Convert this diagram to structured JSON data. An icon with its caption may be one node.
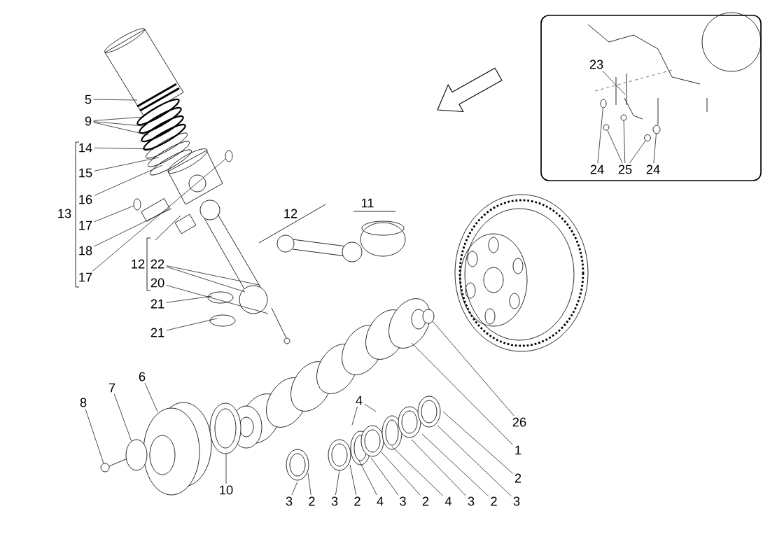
{
  "diagram": {
    "nodes": [
      {
        "text": [],
        "shape": "box"
      },
      {
        "text": [
          "23"
        ],
        "in": 0
      },
      {
        "text": [
          "24"
        ],
        "in": 0
      },
      {
        "text": [
          "25"
        ],
        "in": 0
      },
      {
        "text": [
          "24"
        ],
        "in": 0
      },
      {
        "text": [
          "5"
        ]
      },
      {
        "text": [
          "9"
        ]
      },
      {
        "text": [
          "14"
        ]
      },
      {
        "text": [
          "15"
        ]
      },
      {
        "text": [
          "16"
        ]
      },
      {
        "text": [
          "17"
        ]
      },
      {
        "text": [
          "18"
        ]
      },
      {
        "text": [
          "17"
        ]
      },
      {
        "text": [
          "22"
        ]
      },
      {
        "text": [
          "20"
        ]
      },
      {
        "text": [
          "21"
        ]
      },
      {
        "text": [
          "21"
        ]
      },
      {
        "text": [
          "4"
        ]
      },
      {
        "text": [
          "26"
        ]
      },
      {
        "text": [
          "1"
        ]
      },
      {
        "text": [
          "2"
        ]
      },
      {
        "text": [
          "8"
        ]
      },
      {
        "text": [
          "7"
        ]
      },
      {
        "text": [
          "6"
        ]
      },
      {
        "text": [
          "10"
        ]
      },
      {
        "text": [
          "3"
        ]
      },
      {
        "text": [
          "2"
        ]
      },
      {
        "text": [
          "3"
        ]
      },
      {
        "text": [
          "2"
        ]
      },
      {
        "text": [
          "4"
        ]
      },
      {
        "text": [
          "3"
        ]
      },
      {
        "text": [
          "2"
        ]
      },
      {
        "text": [
          "4"
        ]
      },
      {
        "text": [
          "3"
        ]
      },
      {
        "text": [
          "2"
        ]
      },
      {
        "text": [
          "3"
        ]
      },
      {
        "text": [],
        "shape": "circle",
        "in": 0
      },
      {
        "text": [],
        "shape": "circle",
        "in": 0
      },
      {
        "text": [],
        "shape": "circle",
        "in": 0
      },
      {
        "text": [],
        "shape": "circle",
        "in": 0
      },
      {
        "text": [],
        "shape": "circle",
        "in": 0
      },
      {
        "text": [],
        "shape": "circle"
      },
      {
        "text": [],
        "shape": "circle"
      },
      {
        "text": [],
        "shape": "circle"
      },
      {
        "text": [],
        "shape": "circle"
      },
      {
        "text": [],
        "shape": "circle"
      }
    ],
    "edges": [
      {
        "from": 1,
        "to": null,
        "arrow": "none"
      },
      {
        "from": 2,
        "to": 36,
        "arrow": "none"
      },
      {
        "from": 3,
        "to": 37,
        "arrow": "none"
      },
      {
        "from": 3,
        "to": 38,
        "arrow": "none"
      },
      {
        "from": 3,
        "to": 39,
        "arrow": "none"
      },
      {
        "from": 4,
        "to": 40,
        "arrow": "none"
      },
      {
        "from": 5,
        "to": null,
        "arrow": "none"
      },
      {
        "from": 6,
        "to": null,
        "arrow": "none"
      },
      {
        "from": 6,
        "to": null,
        "arrow": "none"
      },
      {
        "from": 6,
        "to": null,
        "arrow": "none"
      },
      {
        "from": 7,
        "to": null,
        "arrow": "none"
      },
      {
        "from": 8,
        "to": null,
        "arrow": "none"
      },
      {
        "from": 9,
        "to": null,
        "arrow": "none"
      },
      {
        "from": 10,
        "to": 41,
        "arrow": "none"
      },
      {
        "from": 11,
        "to": null,
        "arrow": "none"
      },
      {
        "from": 12,
        "to": 42,
        "arrow": "none"
      },
      {
        "from": 13,
        "to": null,
        "arrow": "none"
      },
      {
        "from": 13,
        "to": null,
        "arrow": "none"
      },
      {
        "from": 14,
        "to": null,
        "arrow": "none"
      },
      {
        "from": 15,
        "to": null,
        "arrow": "none"
      },
      {
        "from": 16,
        "to": null,
        "arrow": "none"
      },
      {
        "from": 17,
        "to": null,
        "arrow": "none"
      },
      {
        "from": 17,
        "to": null,
        "arrow": "none"
      },
      {
        "from": 18,
        "to": 43,
        "arrow": "none"
      },
      {
        "from": 19,
        "to": null,
        "arrow": "none"
      },
      {
        "from": 20,
        "to": null,
        "arrow": "none"
      },
      {
        "from": 21,
        "to": 44,
        "arrow": "none"
      },
      {
        "from": 22,
        "to": 45,
        "arrow": "none"
      },
      {
        "from": 23,
        "to": null,
        "arrow": "none"
      },
      {
        "from": 24,
        "to": null,
        "arrow": "none"
      },
      {
        "from": 25,
        "to": null,
        "arrow": "none"
      },
      {
        "from": 26,
        "to": null,
        "arrow": "none"
      },
      {
        "from": 27,
        "to": null,
        "arrow": "none"
      },
      {
        "from": 28,
        "to": null,
        "arrow": "none"
      },
      {
        "from": 29,
        "to": null,
        "arrow": "none"
      },
      {
        "from": 30,
        "to": null,
        "arrow": "none"
      },
      {
        "from": 31,
        "to": null,
        "arrow": "none"
      },
      {
        "from": 32,
        "to": null,
        "arrow": "none"
      },
      {
        "from": 33,
        "to": null,
        "arrow": "none"
      },
      {
        "from": 34,
        "to": null,
        "arrow": "none"
      },
      {
        "from": 35,
        "to": null,
        "arrow": "none"
      }
    ],
    "labels": [
      "13",
      "12",
      "11",
      "12"
    ]
  }
}
